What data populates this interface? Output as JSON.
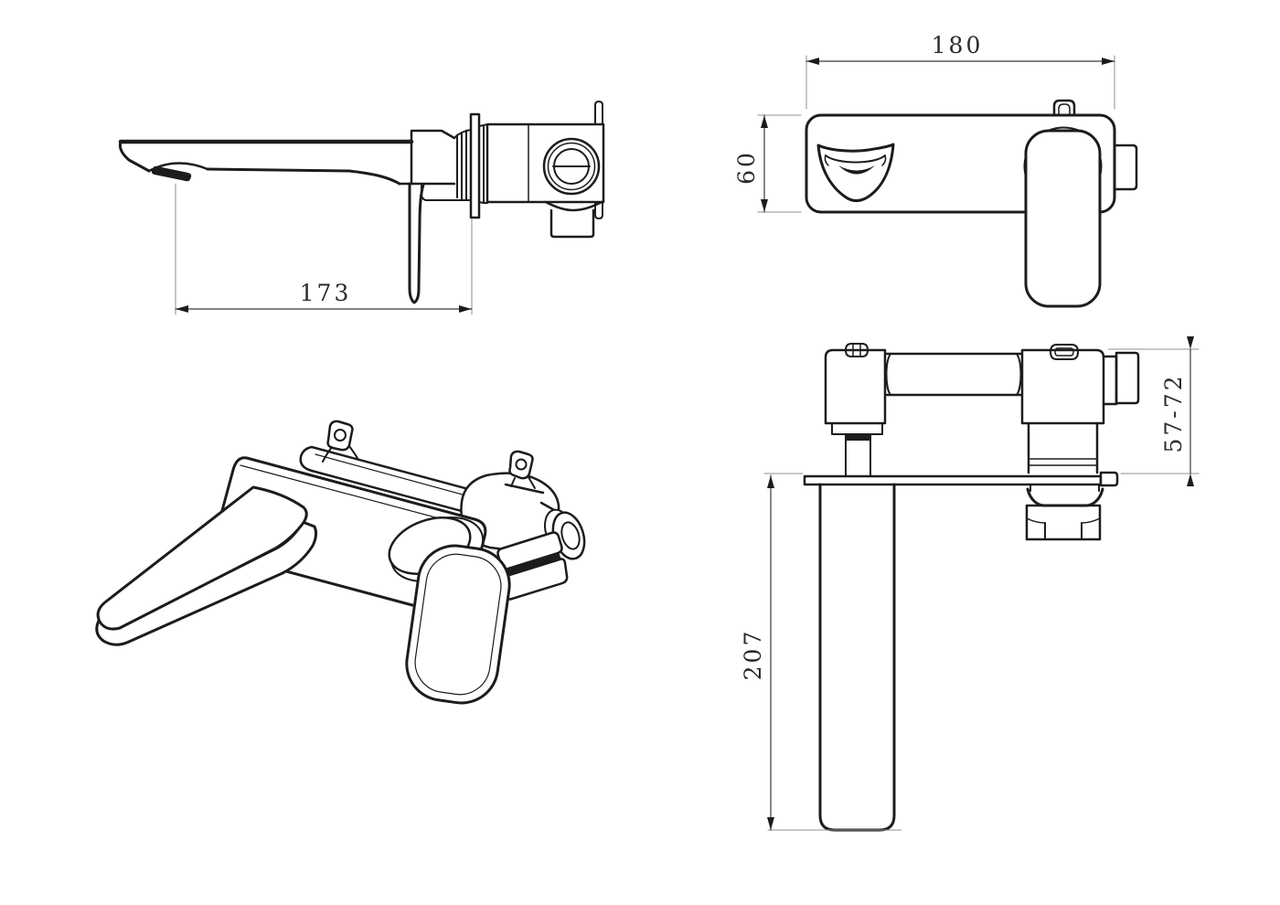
{
  "dimensions": {
    "side_spout_reach": "173",
    "front_plate_width": "180",
    "front_plate_height": "60",
    "top_wall_depth_range": "57-72",
    "top_spout_length": "207"
  },
  "colors": {
    "line": "#1c1c1c",
    "dim_line": "#3a3a3a",
    "extension_line": "#8f8f8f",
    "dim_text": "#2b2b2b",
    "background": "#ffffff"
  }
}
